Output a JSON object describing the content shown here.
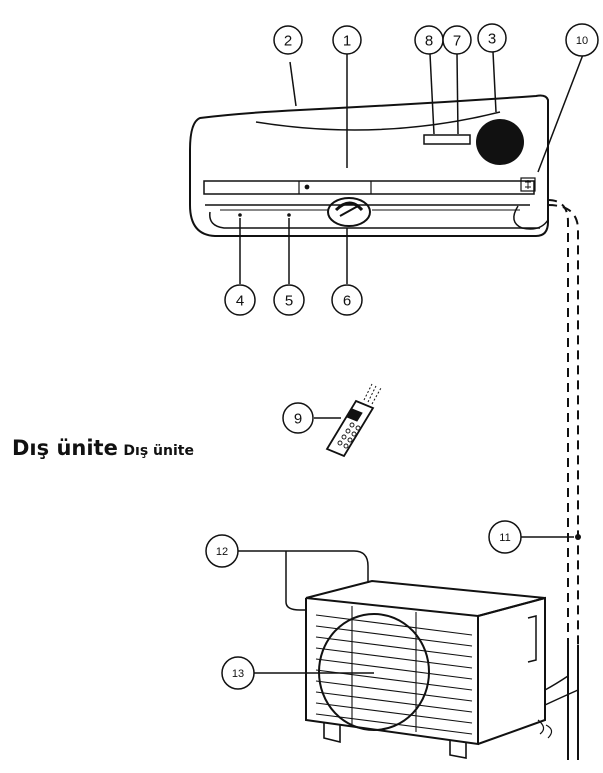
{
  "caption": {
    "primary": "Dış ünite",
    "secondary": "Dış ünite"
  },
  "callouts": {
    "c1": "1",
    "c2": "2",
    "c3": "3",
    "c4": "4",
    "c5": "5",
    "c6": "6",
    "c7": "7",
    "c8": "8",
    "c9": "9",
    "c10": "10",
    "c11": "11",
    "c12": "12",
    "c13": "13"
  }
}
